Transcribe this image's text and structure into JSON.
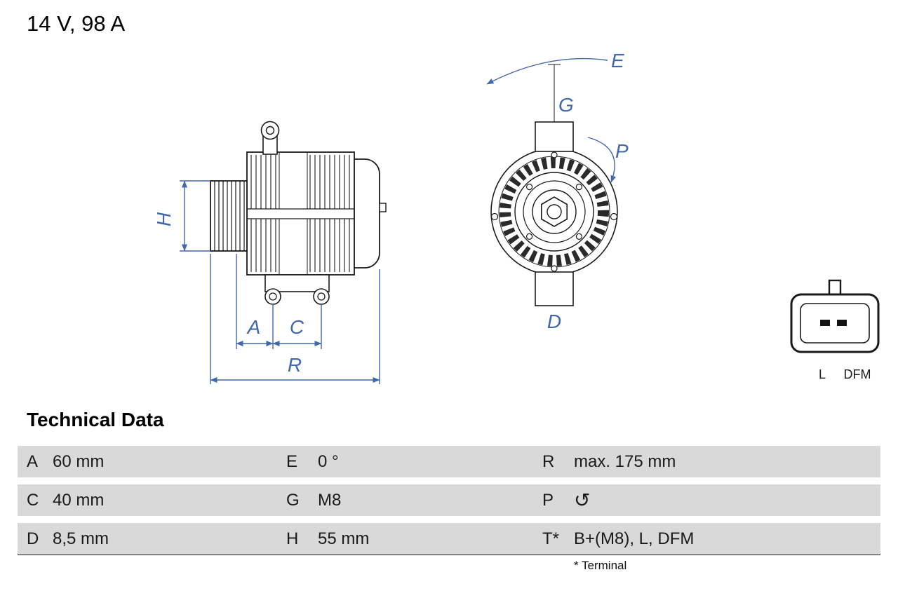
{
  "header": {
    "rating": "14 V, 98 A"
  },
  "diagram": {
    "labels": {
      "h": "H",
      "a": "A",
      "c": "C",
      "r": "R",
      "e": "E",
      "g": "G",
      "p": "P",
      "d": "D"
    },
    "connector": {
      "pin_left": "L",
      "pin_right": "DFM"
    }
  },
  "technical_data": {
    "title": "Technical Data",
    "rows": [
      {
        "c1": {
          "key": "A",
          "value": "60 mm"
        },
        "c2": {
          "key": "E",
          "value": "0 °"
        },
        "c3": {
          "key": "R",
          "value": "max. 175 mm"
        }
      },
      {
        "c1": {
          "key": "C",
          "value": "40 mm"
        },
        "c2": {
          "key": "G",
          "value": "M8"
        },
        "c3": {
          "key": "P",
          "value": "↺"
        }
      },
      {
        "c1": {
          "key": "D",
          "value": "8,5 mm"
        },
        "c2": {
          "key": "H",
          "value": "55 mm"
        },
        "c3": {
          "key": "T*",
          "value": "B+(M8), L, DFM"
        }
      }
    ],
    "footnote": "* Terminal"
  },
  "colors": {
    "dimension_blue": "#4167ad",
    "row_gray": "#d9d9d9"
  }
}
